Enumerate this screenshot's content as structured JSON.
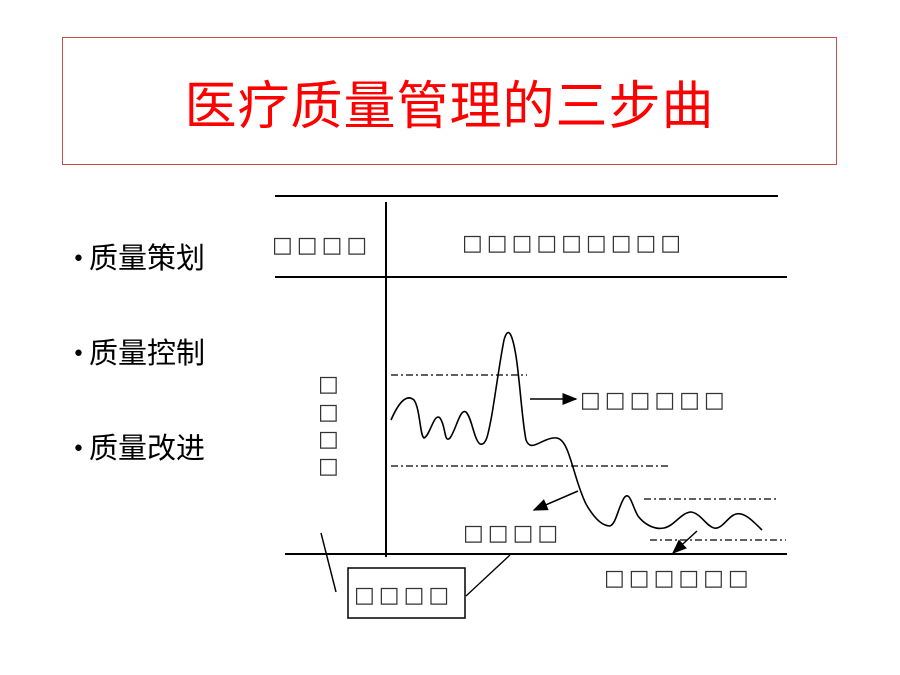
{
  "slide": {
    "title": "医疗质量管理的三步曲"
  },
  "bullets": [
    {
      "marker": "•",
      "text": "质量策划"
    },
    {
      "marker": "•",
      "text": "质量控制"
    },
    {
      "marker": "•",
      "text": "质量改进"
    }
  ],
  "diagram": {
    "header_left": "□□□□",
    "header_right": "□□□□□□□□□",
    "vertical_label": [
      "□",
      "□",
      "□",
      "□"
    ],
    "label_spike": "□□□□□□",
    "label_improve": "□□□□",
    "label_lower_right": "□□□□□□",
    "label_boxed": "□□□□"
  }
}
